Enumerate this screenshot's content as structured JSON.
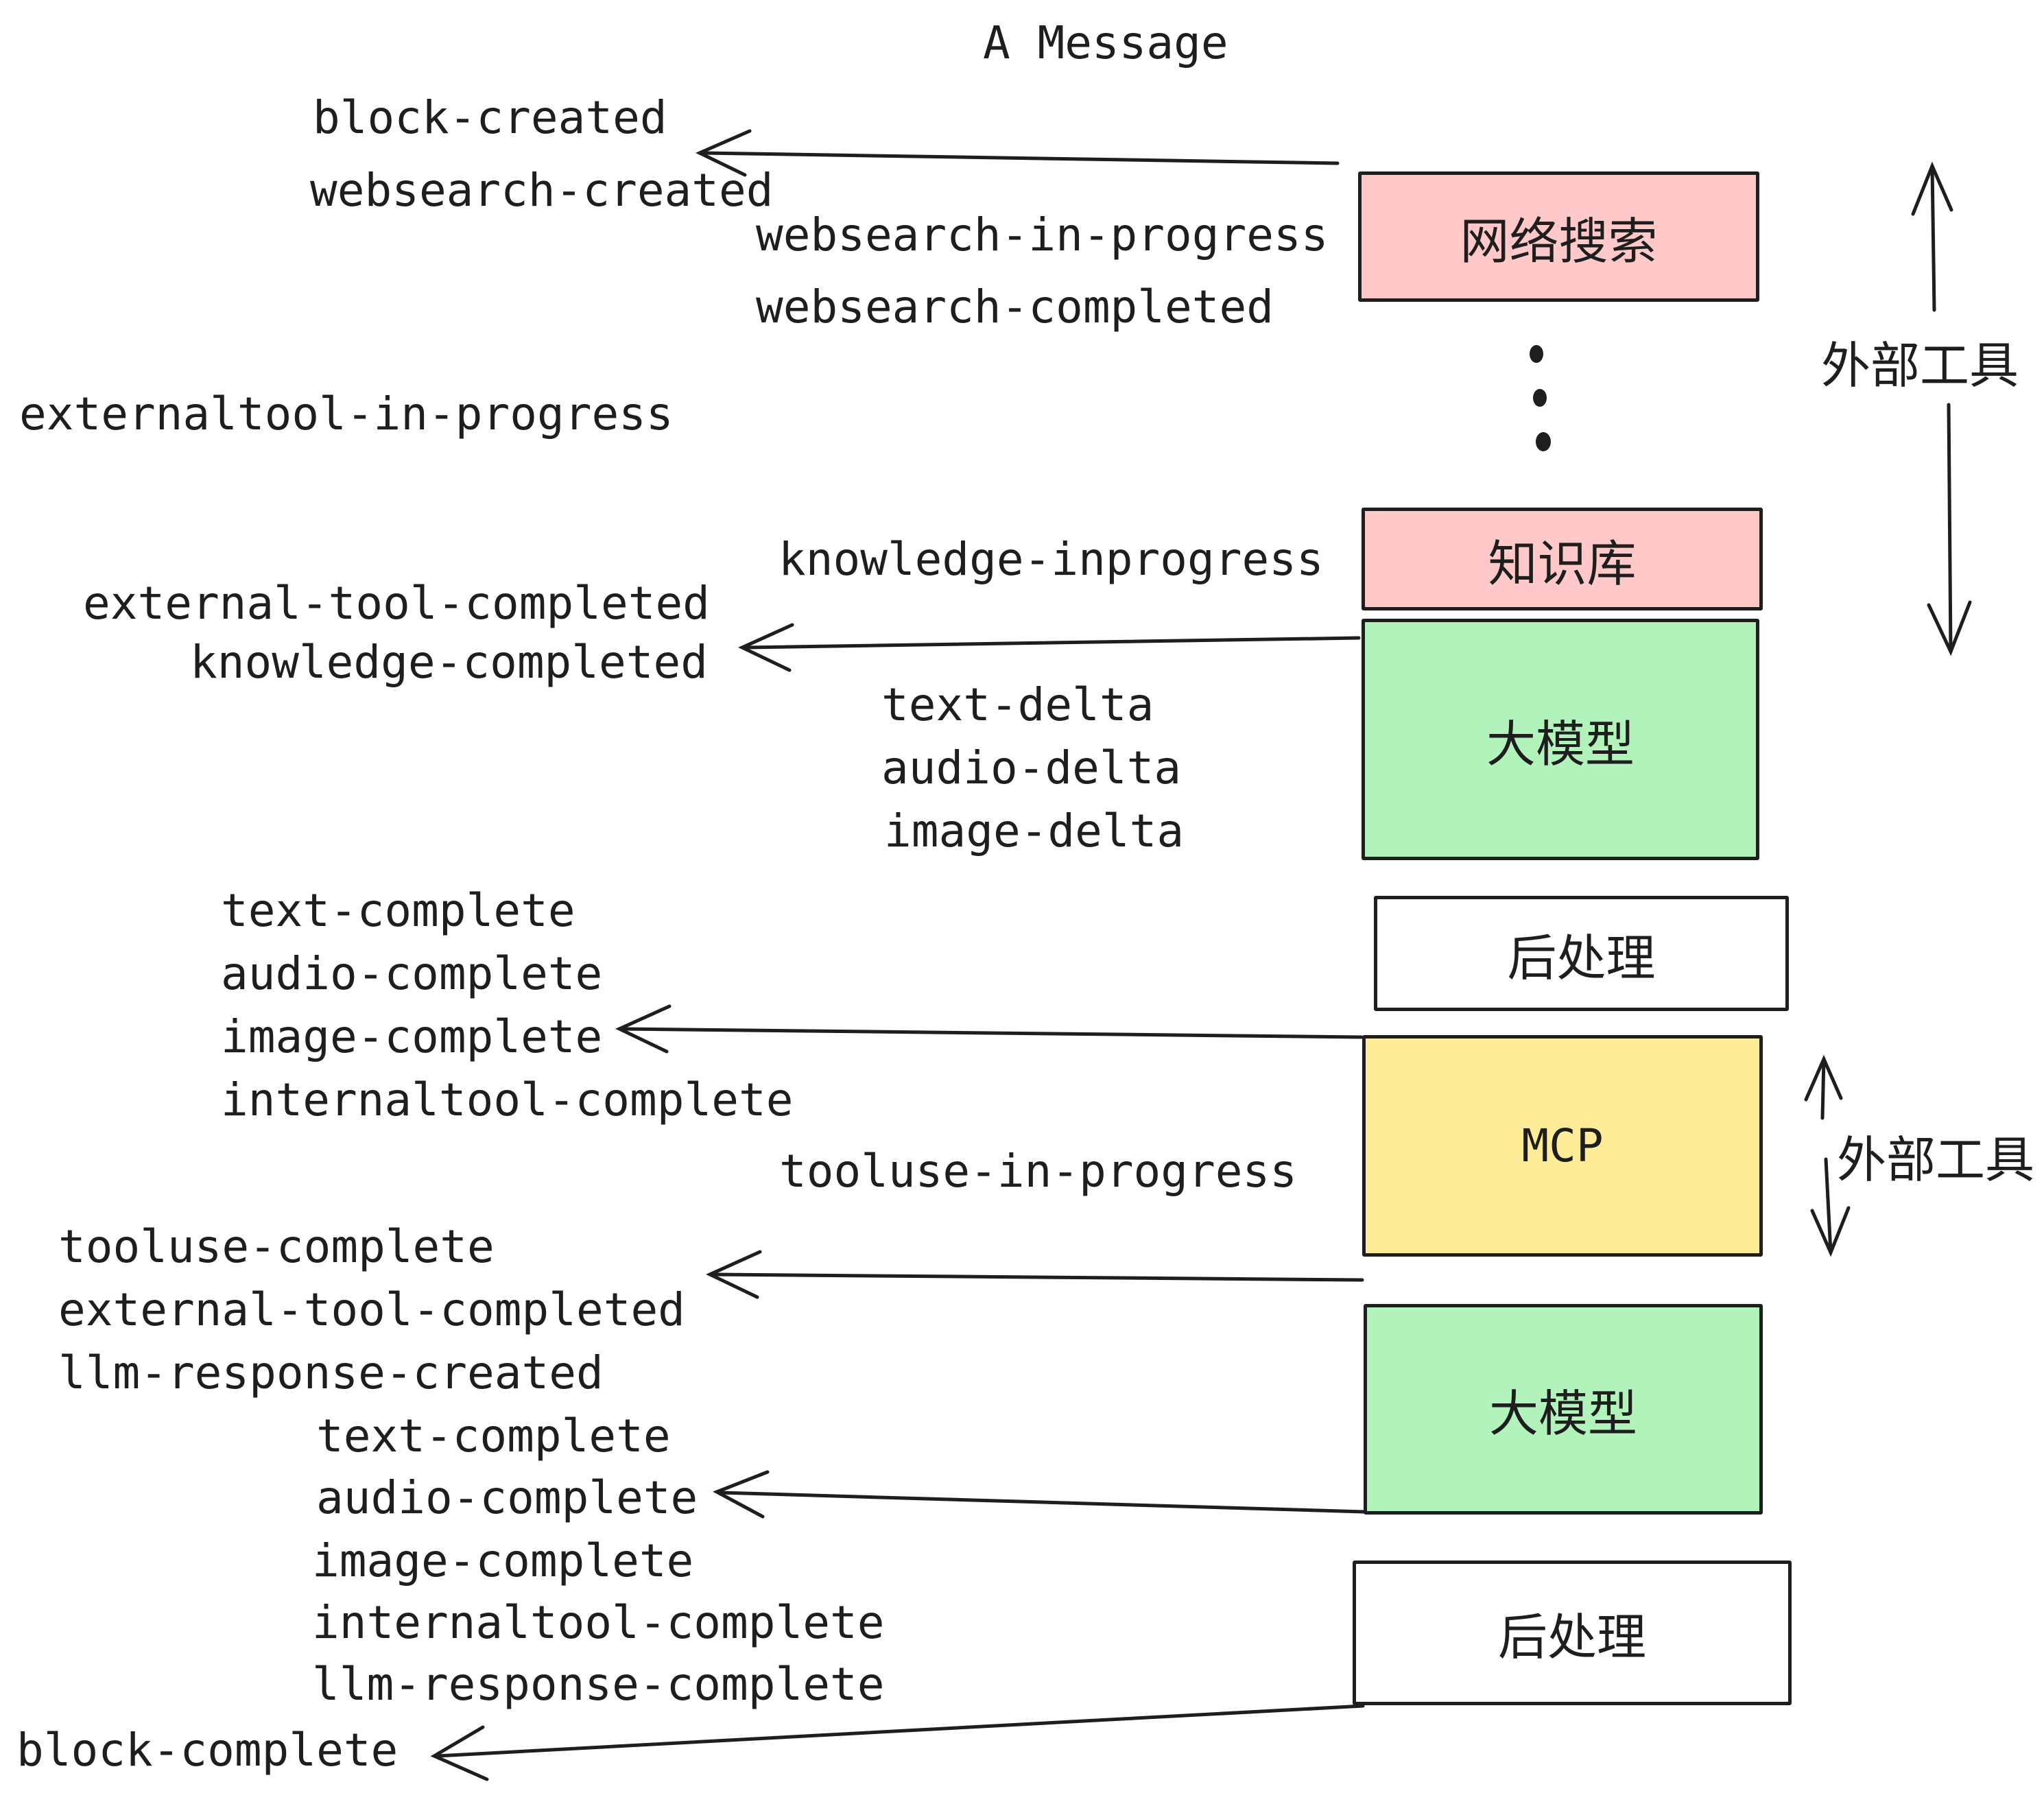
{
  "title": "A Message",
  "events": [
    {
      "label": "block-created"
    },
    {
      "label": "websearch-created"
    },
    {
      "label": "websearch-in-progress"
    },
    {
      "label": "websearch-completed"
    },
    {
      "label": "externaltool-in-progress"
    },
    {
      "label": "knowledge-inprogress"
    },
    {
      "label": "external-tool-completed"
    },
    {
      "label": "knowledge-completed"
    },
    {
      "label": "text-delta"
    },
    {
      "label": "audio-delta"
    },
    {
      "label": "image-delta"
    },
    {
      "label": "text-complete"
    },
    {
      "label": "audio-complete"
    },
    {
      "label": "image-complete"
    },
    {
      "label": "internaltool-complete"
    },
    {
      "label": "tooluse-in-progress"
    },
    {
      "label": "tooluse-complete"
    },
    {
      "label": "external-tool-completed"
    },
    {
      "label": "llm-response-created"
    },
    {
      "label": "text-complete"
    },
    {
      "label": "audio-complete"
    },
    {
      "label": "image-complete"
    },
    {
      "label": "internaltool-complete"
    },
    {
      "label": "llm-response-complete"
    },
    {
      "label": "block-complete"
    }
  ],
  "boxes": [
    {
      "label": "网络搜索",
      "color": "#ffc9c9"
    },
    {
      "label": "知识库",
      "color": "#ffc9c9"
    },
    {
      "label": "大模型",
      "color": "#b2f2bb"
    },
    {
      "label": "后处理",
      "color": "#ffffff"
    },
    {
      "label": "MCP",
      "color": "#ffec99"
    },
    {
      "label": "大模型",
      "color": "#b2f2bb"
    },
    {
      "label": "后处理",
      "color": "#ffffff"
    }
  ],
  "annotations": {
    "external_tools_top": "外部工具",
    "external_tools_mid": "外部工具"
  },
  "icons": {
    "left_arrow": "←",
    "up_arrow": "↑",
    "down_arrow": "↓",
    "ellipsis_dots": "⋮"
  },
  "colors": {
    "stroke": "#1e1e1e",
    "pink": "#ffc9c9",
    "green": "#b2f2bb",
    "yellow": "#ffec99",
    "white": "#ffffff"
  }
}
